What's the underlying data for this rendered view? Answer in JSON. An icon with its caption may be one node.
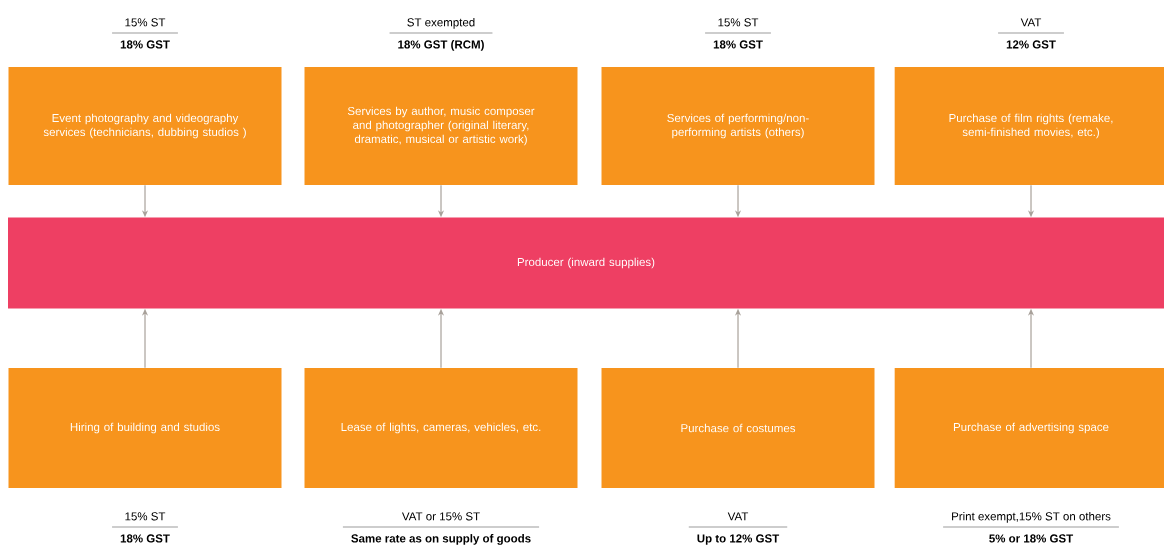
{
  "diagram": {
    "nodes": [
      {
        "text": [
          "Event photography and videography services (technicians, dubbing studios )"
        ],
        "beside": [
          "15% ST",
          "18% GST"
        ]
      },
      {
        "text": [
          "Services by author, music composer and photographer (original literary, dramatic, musical or artistic work)"
        ],
        "beside": [
          "ST exempted",
          "18% GST (RCM)"
        ]
      },
      {
        "text": [
          "Services of performing/non-performing artists (others)"
        ],
        "beside": [
          "15% ST",
          "18% GST"
        ]
      },
      {
        "text": [
          "Purchase of film rights (remake, semi-finished movies, etc.)"
        ],
        "beside": [
          "VAT",
          "12% GST"
        ]
      },
      {
        "text": [
          "Producer (inward supplies)"
        ]
      },
      {
        "text": [
          "Hiring of building and studios"
        ],
        "beside": [
          "15% ST",
          "18% GST"
        ]
      },
      {
        "text": [
          "Lease of lights, cameras, vehicles, etc."
        ],
        "beside": [
          "VAT or 15% ST",
          "Same rate as on supply of goods"
        ]
      },
      {
        "text": [
          "Purchase of costumes"
        ],
        "beside": [
          "VAT",
          "Up to 12% GST"
        ]
      },
      {
        "text": [
          "Purchase of advertising space"
        ],
        "beside": [
          "Print exempt,15% ST on others",
          "5% or 18% GST"
        ]
      }
    ],
    "edges": [
      {
        "from": 0,
        "to": 4,
        "arrow": "to"
      },
      {
        "from": 1,
        "to": 4,
        "arrow": "to"
      },
      {
        "from": 2,
        "to": 4,
        "arrow": "to"
      },
      {
        "from": 3,
        "to": 4,
        "arrow": "to"
      },
      {
        "from": 5,
        "to": 4,
        "arrow": "to"
      },
      {
        "from": 6,
        "to": 4,
        "arrow": "to"
      },
      {
        "from": 7,
        "to": 4,
        "arrow": "to"
      },
      {
        "from": 8,
        "to": 4,
        "arrow": "to"
      }
    ]
  }
}
